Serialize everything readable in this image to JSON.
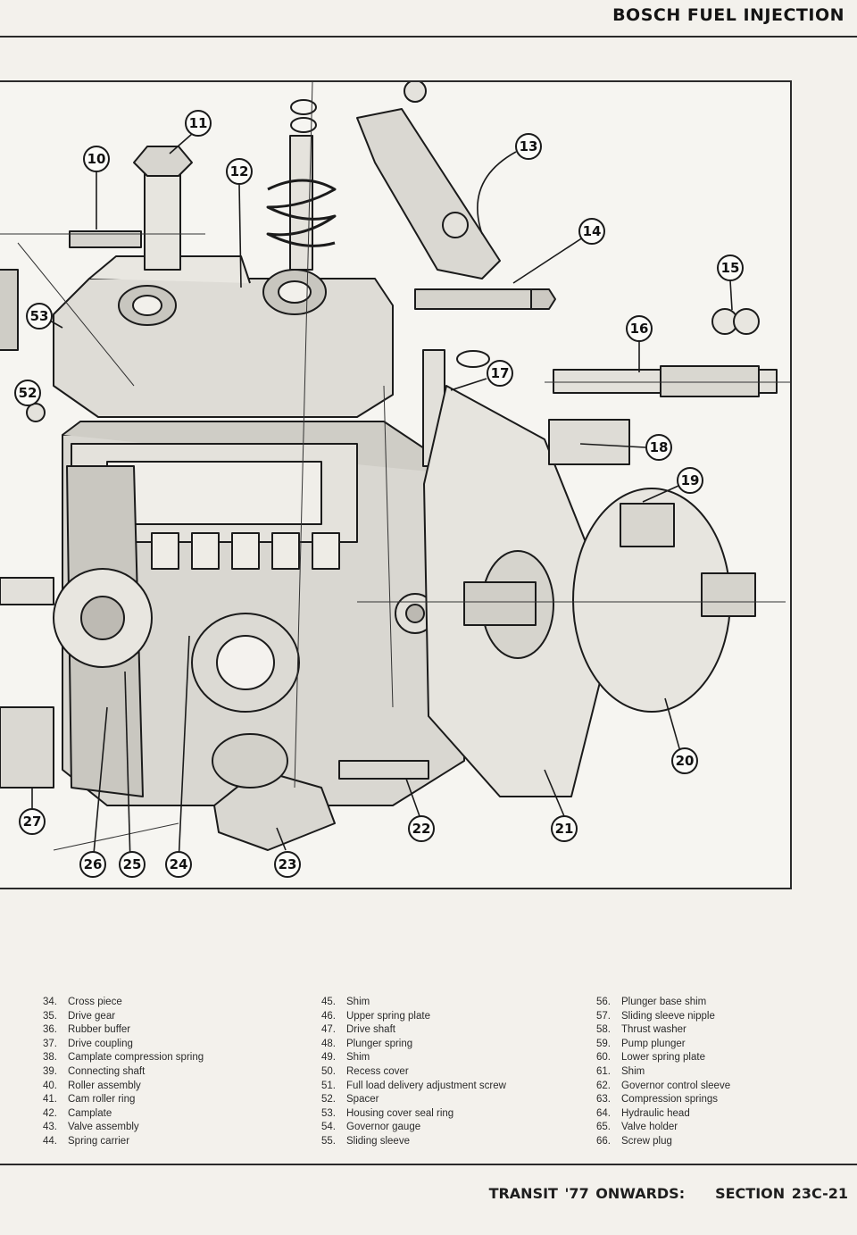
{
  "header": {
    "title": "BOSCH FUEL INJECTION"
  },
  "figure": {
    "callouts": [
      "10",
      "11",
      "12",
      "13",
      "14",
      "15",
      "16",
      "17",
      "18",
      "19",
      "20",
      "21",
      "22",
      "23",
      "24",
      "25",
      "26",
      "27",
      "52",
      "53"
    ]
  },
  "legend": {
    "columns": [
      [
        {
          "num": "34.",
          "label": "Cross piece"
        },
        {
          "num": "35.",
          "label": "Drive gear"
        },
        {
          "num": "36.",
          "label": "Rubber buffer"
        },
        {
          "num": "37.",
          "label": "Drive coupling"
        },
        {
          "num": "38.",
          "label": "Camplate compression spring"
        },
        {
          "num": "39.",
          "label": "Connecting shaft"
        },
        {
          "num": "40.",
          "label": "Roller assembly"
        },
        {
          "num": "41.",
          "label": "Cam roller ring"
        },
        {
          "num": "42.",
          "label": "Camplate"
        },
        {
          "num": "43.",
          "label": "Valve assembly"
        },
        {
          "num": "44.",
          "label": "Spring carrier"
        }
      ],
      [
        {
          "num": "45.",
          "label": "Shim"
        },
        {
          "num": "46.",
          "label": "Upper spring plate"
        },
        {
          "num": "47.",
          "label": "Drive shaft"
        },
        {
          "num": "48.",
          "label": "Plunger spring"
        },
        {
          "num": "49.",
          "label": "Shim"
        },
        {
          "num": "50.",
          "label": "Recess cover"
        },
        {
          "num": "51.",
          "label": "Full load delivery adjustment screw"
        },
        {
          "num": "52.",
          "label": "Spacer"
        },
        {
          "num": "53.",
          "label": "Housing cover seal ring"
        },
        {
          "num": "54.",
          "label": "Governor gauge"
        },
        {
          "num": "55.",
          "label": "Sliding sleeve"
        }
      ],
      [
        {
          "num": "56.",
          "label": "Plunger base shim"
        },
        {
          "num": "57.",
          "label": "Sliding sleeve nipple"
        },
        {
          "num": "58.",
          "label": "Thrust washer"
        },
        {
          "num": "59.",
          "label": "Pump plunger"
        },
        {
          "num": "60.",
          "label": "Lower spring plate"
        },
        {
          "num": "61.",
          "label": "Shim"
        },
        {
          "num": "62.",
          "label": "Governor control sleeve"
        },
        {
          "num": "63.",
          "label": "Compression springs"
        },
        {
          "num": "64.",
          "label": "Hydraulic head"
        },
        {
          "num": "65.",
          "label": "Valve holder"
        },
        {
          "num": "66.",
          "label": "Screw plug"
        }
      ]
    ]
  },
  "footer": {
    "title": "TRANSIT '77 ONWARDS:",
    "section": "SECTION 23C-21"
  }
}
